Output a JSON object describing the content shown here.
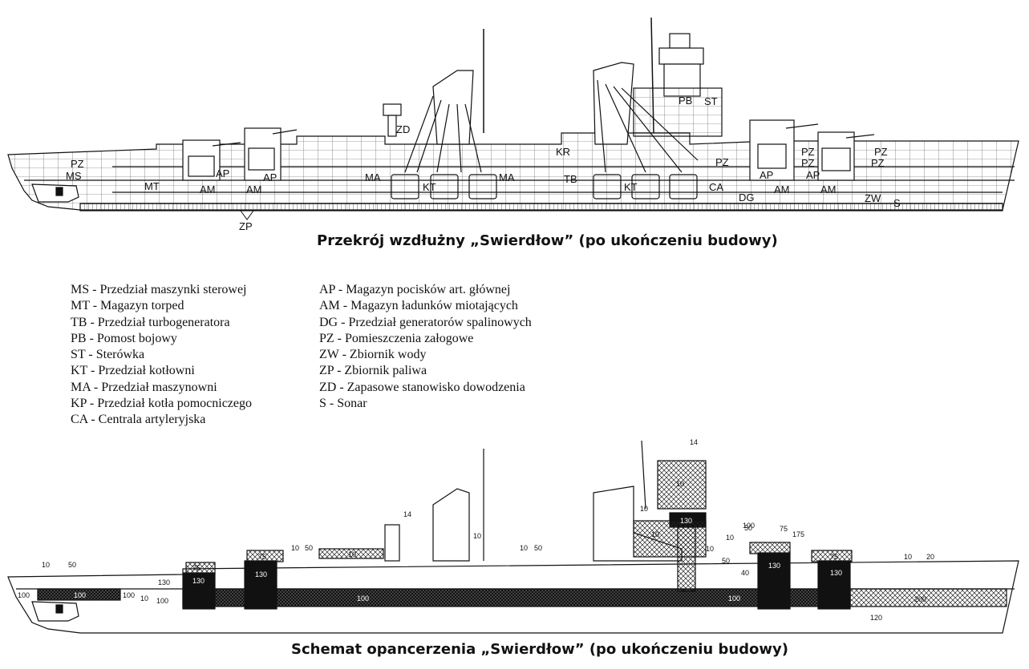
{
  "section_caption": "Przekrój wzdłużny „Swierdłow” (po ukończeniu budowy)",
  "armor_caption": "Schemat opancerzenia „Swierdłow” (po ukończeniu budowy)",
  "legend_left": [
    {
      "code": "MS",
      "desc": "Przedział maszynki sterowej"
    },
    {
      "code": "MT",
      "desc": "Magazyn torped"
    },
    {
      "code": "TB",
      "desc": "Przedział turbogeneratora"
    },
    {
      "code": "PB",
      "desc": "Pomost bojowy"
    },
    {
      "code": "ST",
      "desc": "Sterówka"
    },
    {
      "code": "KT",
      "desc": "Przedział kotłowni"
    },
    {
      "code": "MA",
      "desc": "Przedział maszynowni"
    },
    {
      "code": "KP",
      "desc": "Przedział kotła pomocniczego"
    },
    {
      "code": "CA",
      "desc": "Centrala artyleryjska"
    }
  ],
  "legend_right": [
    {
      "code": "AP",
      "desc": "Magazyn pocisków art. głównej"
    },
    {
      "code": "AM",
      "desc": "Magazyn ładunków miotających"
    },
    {
      "code": "DG",
      "desc": "Przedział generatorów spalinowych"
    },
    {
      "code": "PZ",
      "desc": "Pomieszczenia załogowe"
    },
    {
      "code": "ZW",
      "desc": "Zbiornik wody"
    },
    {
      "code": "ZP",
      "desc": "Zbiornik paliwa"
    },
    {
      "code": "ZD",
      "desc": "Zapasowe stanowisko dowodzenia"
    },
    {
      "code": "S",
      "desc": "Sonar"
    }
  ],
  "section_labels": [
    "PZ",
    "MS",
    "MT",
    "AM",
    "AP",
    "AM",
    "AP",
    "MA",
    "ZD",
    "KT",
    "MA",
    "TB",
    "KR",
    "KT",
    "PB",
    "ST",
    "PZ",
    "CA",
    "DG",
    "AP",
    "AM",
    "PZ",
    "PZ",
    "AP",
    "AM",
    "PZ",
    "PZ",
    "ZW",
    "S",
    "ZP"
  ],
  "armor_labels": [
    "10",
    "50",
    "100",
    "100",
    "100",
    "10",
    "100",
    "130",
    "130",
    "75",
    "130",
    "75",
    "10",
    "50",
    "10",
    "100",
    "14",
    "10",
    "10",
    "10",
    "10",
    "50",
    "130",
    "10",
    "10",
    "50",
    "10",
    "100",
    "40",
    "50",
    "75",
    "175",
    "130",
    "75",
    "130",
    "100",
    "10",
    "20",
    "200",
    "120",
    "14"
  ]
}
